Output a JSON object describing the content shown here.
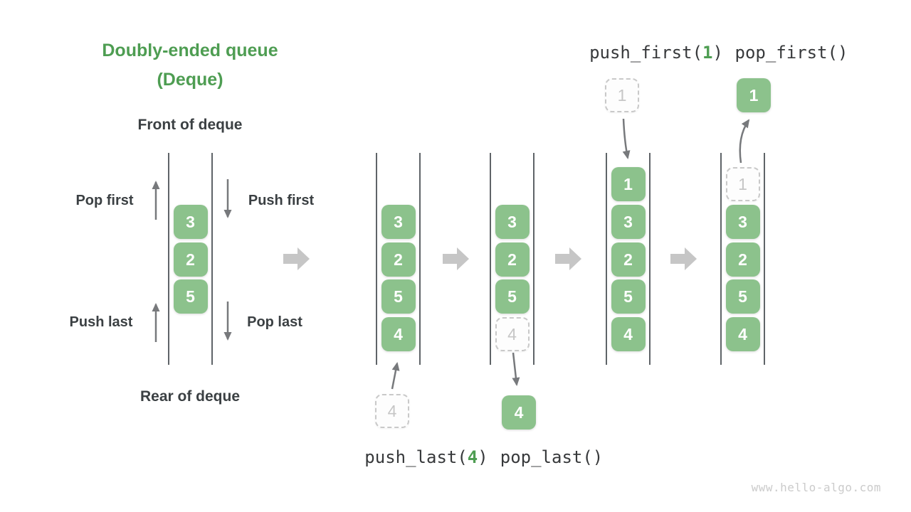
{
  "title": {
    "line1": "Doubly-ended queue",
    "line2": "(Deque)"
  },
  "labels": {
    "front": "Front of deque",
    "rear": "Rear of deque",
    "pop_first": "Pop first",
    "push_first": "Push first",
    "push_last": "Push last",
    "pop_last": "Pop last"
  },
  "ops": {
    "push_first": {
      "prefix": "push_first(",
      "arg": "1",
      "suffix": ")"
    },
    "pop_first": "pop_first()",
    "push_last": {
      "prefix": "push_last(",
      "arg": "4",
      "suffix": ")"
    },
    "pop_last": "pop_last()"
  },
  "queues": {
    "initial": {
      "cells": [
        "3",
        "2",
        "5"
      ]
    },
    "after_push_last": {
      "cells": [
        "3",
        "2",
        "5",
        "4"
      ],
      "incoming": "4"
    },
    "after_pop_last": {
      "cells": [
        "3",
        "2",
        "5"
      ],
      "removed": "4",
      "outgoing": "4"
    },
    "after_push_first": {
      "cells": [
        "1",
        "3",
        "2",
        "5",
        "4"
      ],
      "incoming": "1"
    },
    "after_pop_first": {
      "cells": [
        "3",
        "2",
        "5",
        "4"
      ],
      "removed": "1",
      "outgoing": "1"
    }
  },
  "colors": {
    "accent_green": "#4e9d52",
    "cell_green": "#8cc28c",
    "ghost_gray": "#c9c9c9",
    "wall_gray": "#5f6468",
    "arrow_gray": "#77797c",
    "block_arrow_gray": "#c6c6c6",
    "text_dark": "#3b4043"
  },
  "watermark": "www.hello-algo.com"
}
